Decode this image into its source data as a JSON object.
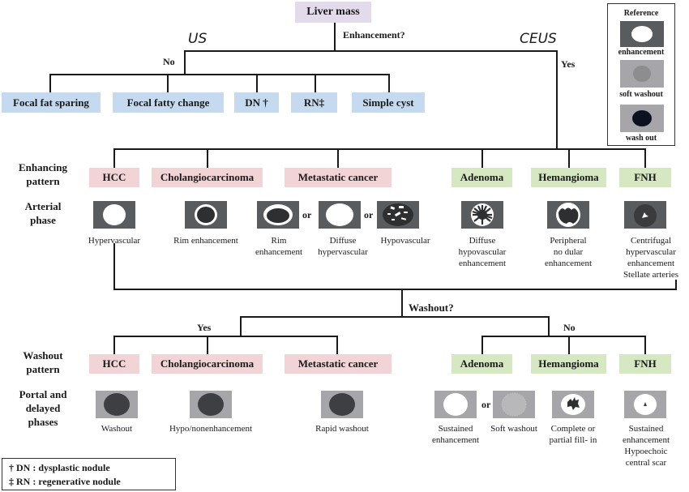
{
  "root": {
    "label": "Liver mass",
    "question": "Enhancement?"
  },
  "branches": {
    "us_label": "US",
    "ceus_label": "CEUS",
    "no_label": "No",
    "yes_label": "Yes"
  },
  "us_outcomes": [
    {
      "label": "Focal fat sparing"
    },
    {
      "label": "Focal fatty change"
    },
    {
      "label": "DN †"
    },
    {
      "label": "RN‡"
    },
    {
      "label": "Simple cyst"
    }
  ],
  "row_labels": {
    "enhancing_pattern": "Enhancing\npattern",
    "arterial_phase": "Arterial\nphase",
    "washout_pattern": "Washout\npattern",
    "portal_delayed": "Portal and\ndelayed\nphases"
  },
  "enhancing": {
    "malignant": [
      {
        "label": "HCC"
      },
      {
        "label": "Cholangiocarcinoma"
      },
      {
        "label": "Metastatic cancer"
      }
    ],
    "benign": [
      {
        "label": "Adenoma"
      },
      {
        "label": "Hemangioma"
      },
      {
        "label": "FNH"
      }
    ]
  },
  "arterial_captions": {
    "hcc": "Hypervascular",
    "cholangio": "Rim enhancement",
    "meta_rim": "Rim\nenhancement",
    "meta_diffuse": "Diffuse\nhypervascular",
    "meta_hypo": "Hypovascular",
    "adenoma": "Diffuse\nhypovascular\nenhancement",
    "hemangioma": "Peripheral\nno dular\nenhancement",
    "fnh": "Centrifugal\nhypervascular\nenhancement\nStellate arteries"
  },
  "or_label": "or",
  "washout": {
    "question": "Washout?",
    "yes_label": "Yes",
    "no_label": "No",
    "malignant": [
      {
        "label": "HCC"
      },
      {
        "label": "Cholangiocarcinoma"
      },
      {
        "label": "Metastatic cancer"
      }
    ],
    "benign": [
      {
        "label": "Adenoma"
      },
      {
        "label": "Hemangioma"
      },
      {
        "label": "FNH"
      }
    ]
  },
  "delayed_captions": {
    "hcc": "Washout",
    "cholangio": "Hypo/nonenhancement",
    "meta": "Rapid washout",
    "adenoma_sustained": "Sustained\nenhancement",
    "adenoma_soft": "Soft washout",
    "hemangioma": "Complete or\npartial fill- in",
    "fnh": "Sustained\nenhancement\nHypoechoic\ncentral scar"
  },
  "legend": {
    "title": "Reference",
    "items": [
      {
        "label": "enhancement"
      },
      {
        "label": "soft washout"
      },
      {
        "label": "wash out"
      }
    ]
  },
  "footnotes": [
    "† DN : dysplastic nodule",
    "‡ RN : regenerative nodule"
  ],
  "colors": {
    "us_box": "#c6daef",
    "malignant_box": "#f2d4d7",
    "benign_box": "#d6e8c2",
    "root_box": "#e3dbeb",
    "arterial_bg": "#595c5e",
    "delayed_bg": "#a5a5aa"
  }
}
